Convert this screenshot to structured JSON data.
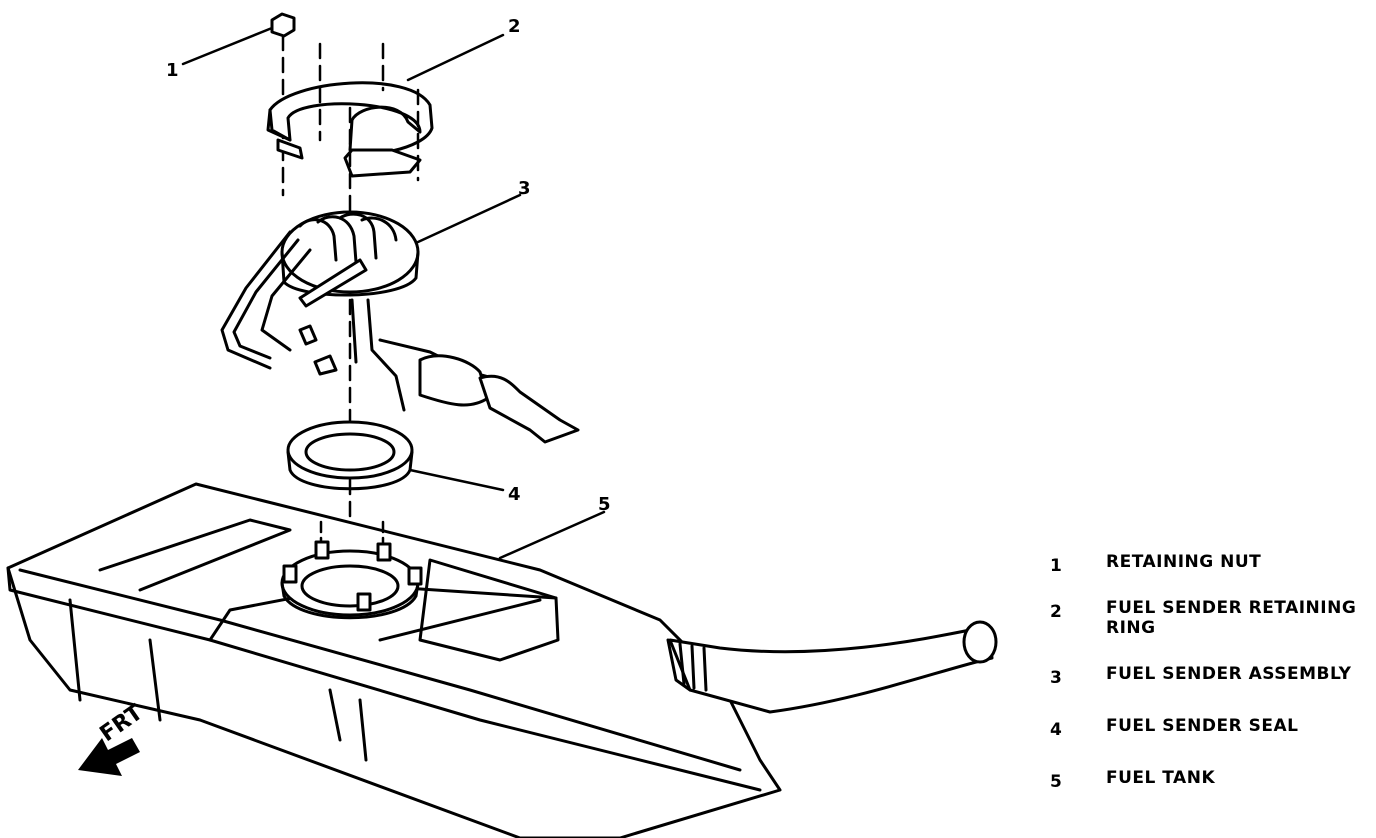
{
  "callouts": [
    "1",
    "2",
    "3",
    "4",
    "5"
  ],
  "legend": [
    {
      "num": "1",
      "text": "RETAINING NUT"
    },
    {
      "num": "2",
      "text": "FUEL SENDER RETAINING RING"
    },
    {
      "num": "3",
      "text": "FUEL SENDER ASSEMBLY"
    },
    {
      "num": "4",
      "text": "FUEL SENDER SEAL"
    },
    {
      "num": "5",
      "text": "FUEL TANK"
    }
  ],
  "direction_label": "FRT"
}
